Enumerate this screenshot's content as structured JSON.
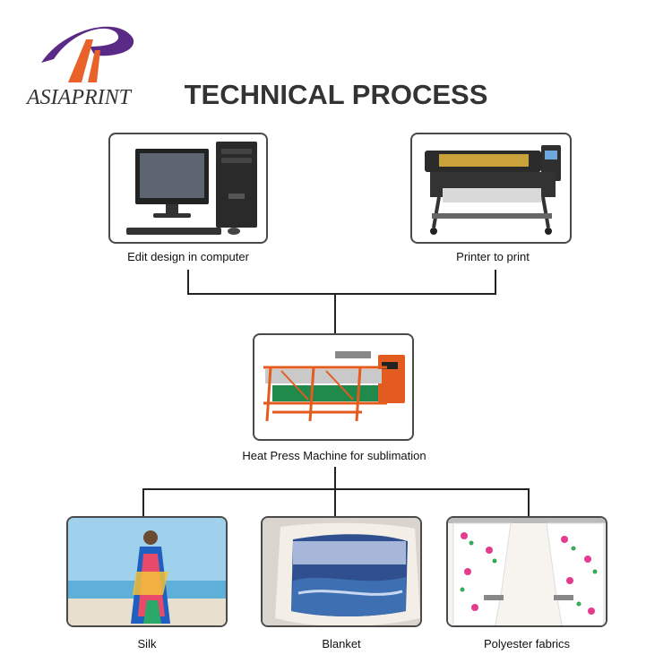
{
  "brand": {
    "name": "ASIAPRINT"
  },
  "title": "TECHNICAL PROCESS",
  "steps": {
    "computer": {
      "label": "Edit design in computer"
    },
    "printer": {
      "label": "Printer to print"
    },
    "heat_press": {
      "label": "Heat Press Machine for sublimation"
    }
  },
  "outputs": {
    "silk": {
      "label": "Silk"
    },
    "blanket": {
      "label": "Blanket"
    },
    "polyester": {
      "label": "Polyester fabrics"
    }
  },
  "colors": {
    "logo_purple": "#5b2a86",
    "logo_orange": "#e8622a",
    "border": "#4a4a4a",
    "connector": "#222222"
  }
}
